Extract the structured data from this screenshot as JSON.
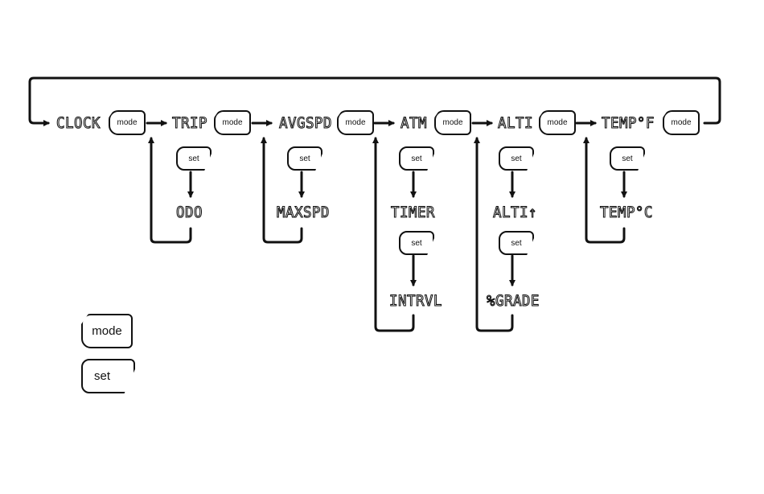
{
  "modes": [
    "CLOCK",
    "TRIP",
    "AVGSPD",
    "ATM",
    "ALTI",
    "TEMP°F"
  ],
  "sub": {
    "trip": [
      "ODO"
    ],
    "avgspd": [
      "MAXSPD"
    ],
    "atm": [
      "TIMER",
      "INTRVL"
    ],
    "alti": [
      "ALTI↑",
      "%GRADE"
    ],
    "temp": [
      "TEMP°C"
    ]
  },
  "buttons": {
    "mode": "mode",
    "set": "set"
  },
  "legend": {
    "mode": "mode",
    "set": "set"
  }
}
